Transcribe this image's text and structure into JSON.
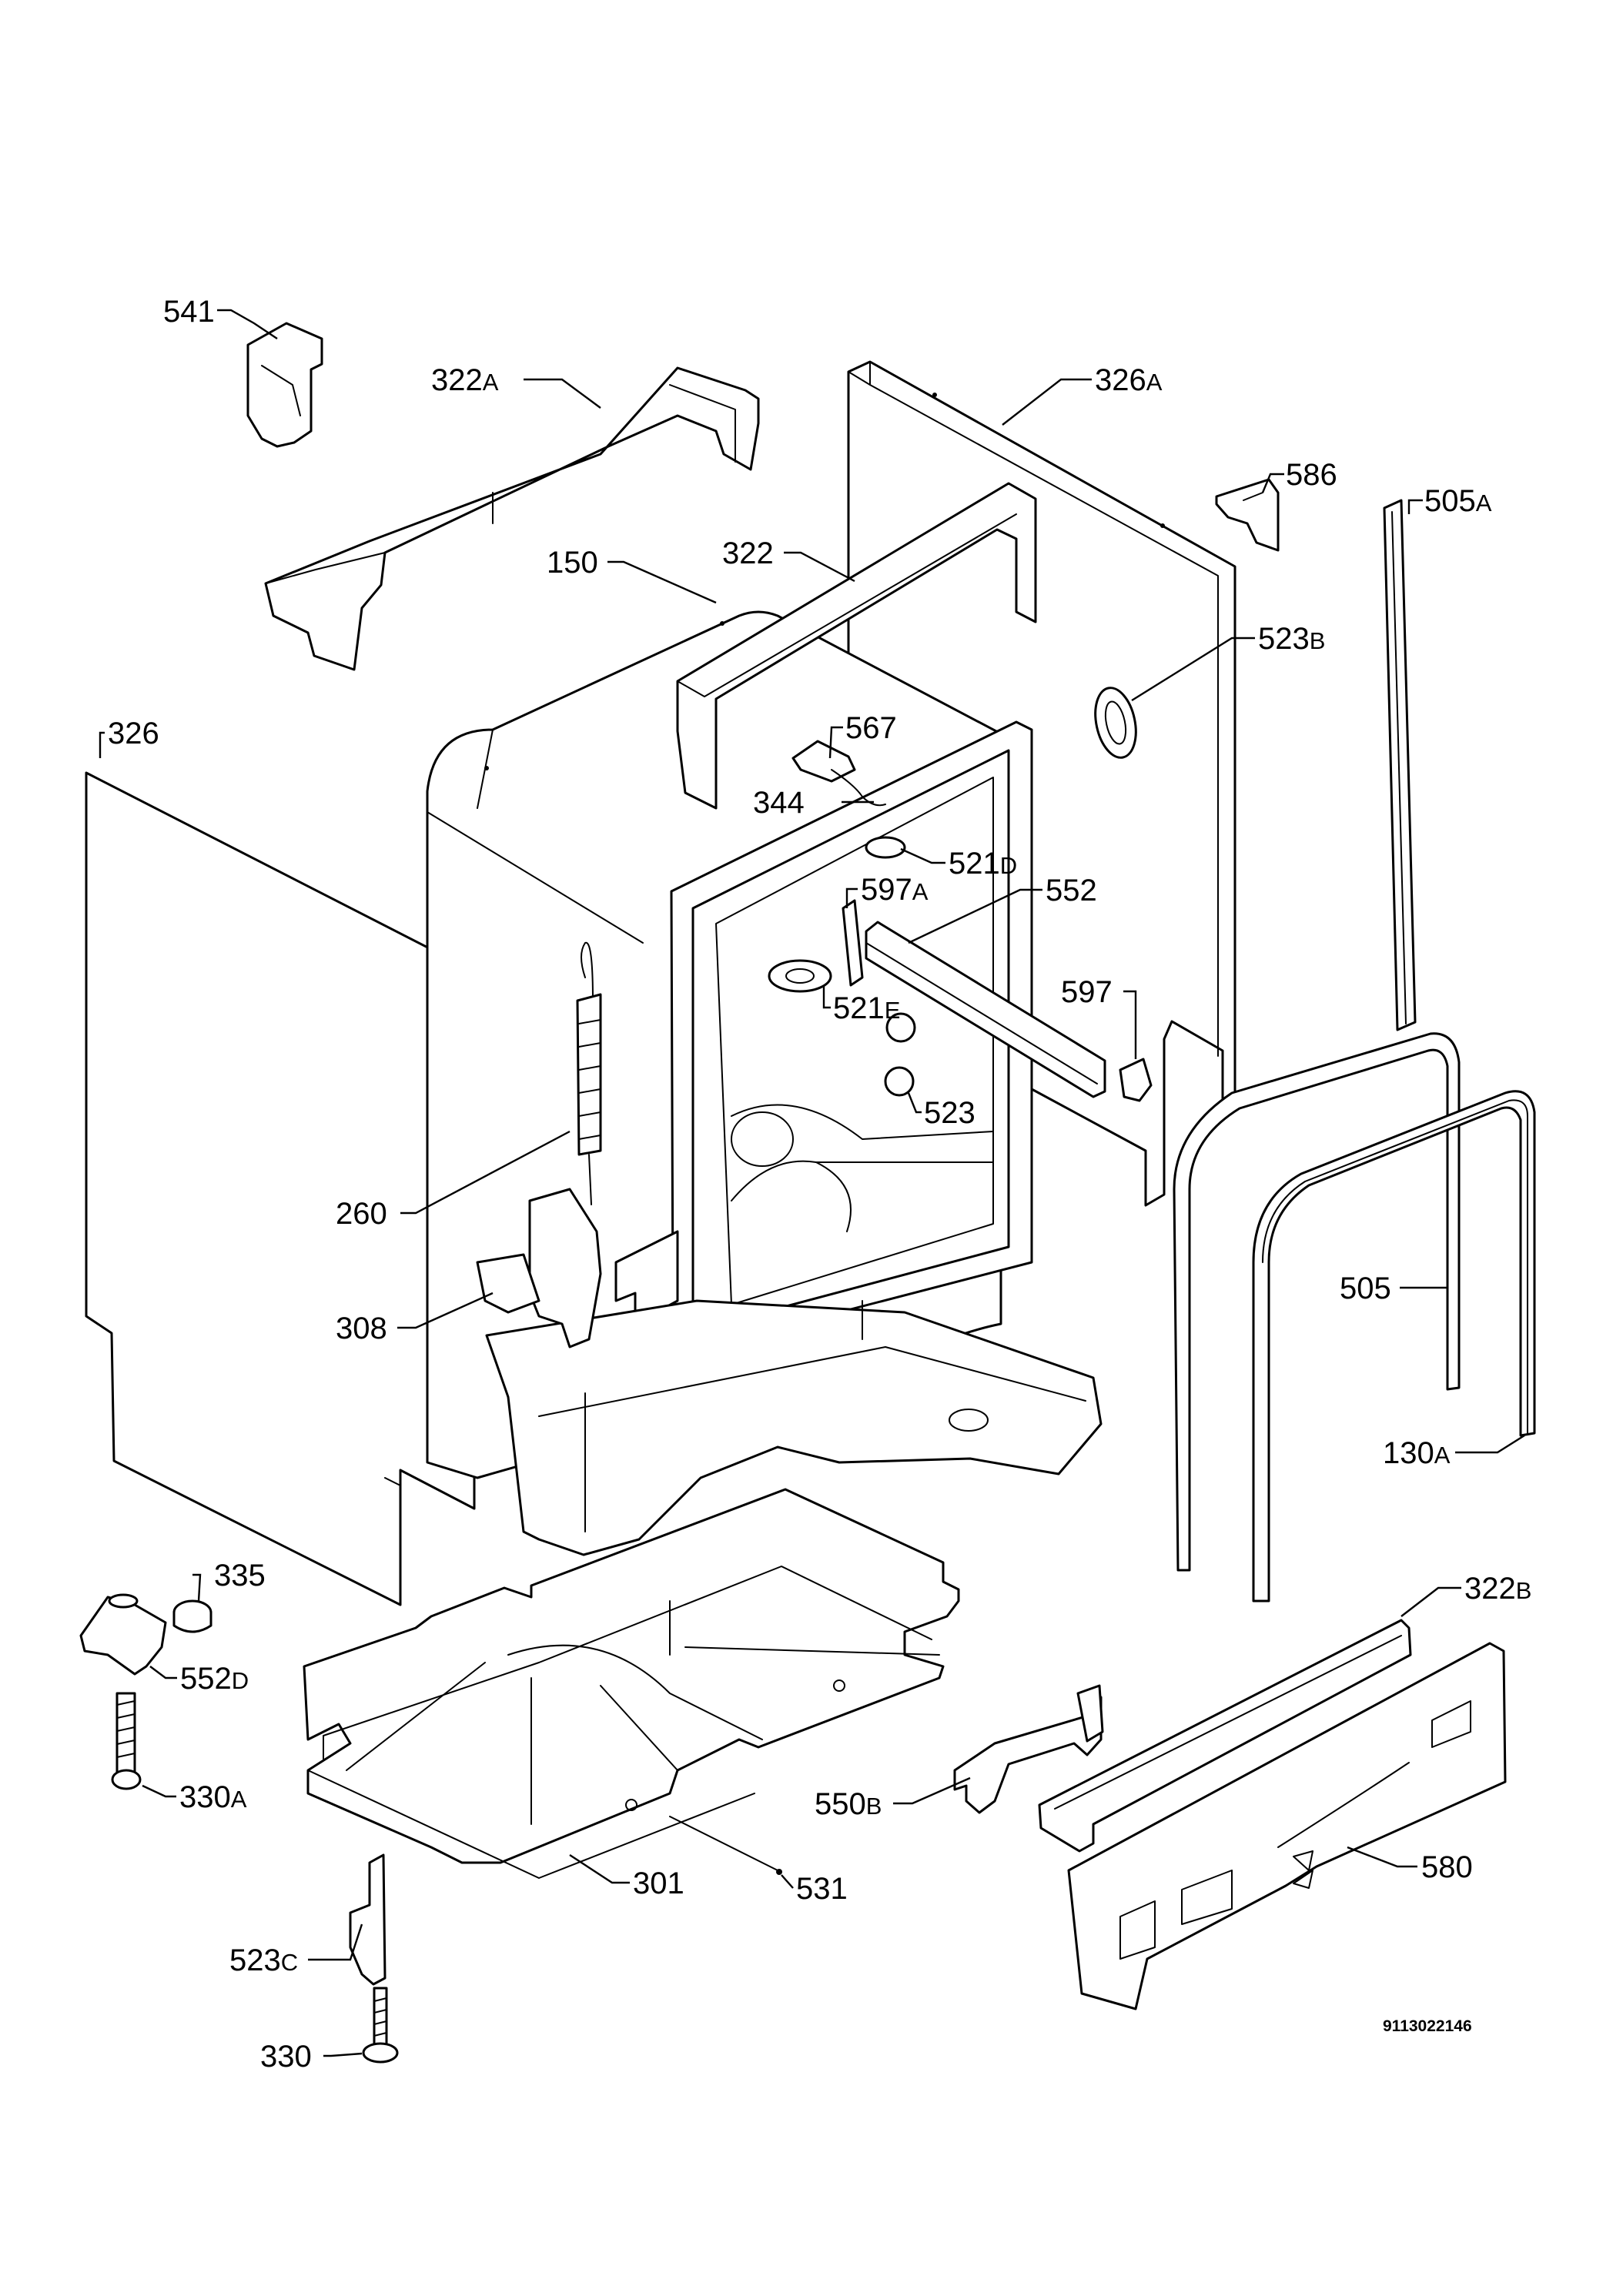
{
  "document_number": "9113022146",
  "callouts": [
    {
      "id": "541",
      "num": "541",
      "suffix": ""
    },
    {
      "id": "322A",
      "num": "322",
      "suffix": "A"
    },
    {
      "id": "326A",
      "num": "326",
      "suffix": "A"
    },
    {
      "id": "586",
      "num": "586",
      "suffix": ""
    },
    {
      "id": "505A",
      "num": "505",
      "suffix": "A"
    },
    {
      "id": "150",
      "num": "150",
      "suffix": ""
    },
    {
      "id": "322",
      "num": "322",
      "suffix": ""
    },
    {
      "id": "523B",
      "num": "523",
      "suffix": "B"
    },
    {
      "id": "326",
      "num": "326",
      "suffix": ""
    },
    {
      "id": "567",
      "num": "567",
      "suffix": ""
    },
    {
      "id": "344",
      "num": "344",
      "suffix": ""
    },
    {
      "id": "521D",
      "num": "521",
      "suffix": "D"
    },
    {
      "id": "597A",
      "num": "597",
      "suffix": "A"
    },
    {
      "id": "552",
      "num": "552",
      "suffix": ""
    },
    {
      "id": "521E",
      "num": "521",
      "suffix": "E"
    },
    {
      "id": "597",
      "num": "597",
      "suffix": ""
    },
    {
      "id": "523",
      "num": "523",
      "suffix": ""
    },
    {
      "id": "260",
      "num": "260",
      "suffix": ""
    },
    {
      "id": "505",
      "num": "505",
      "suffix": ""
    },
    {
      "id": "308",
      "num": "308",
      "suffix": ""
    },
    {
      "id": "130A",
      "num": "130",
      "suffix": "A"
    },
    {
      "id": "335",
      "num": "335",
      "suffix": ""
    },
    {
      "id": "552D",
      "num": "552",
      "suffix": "D"
    },
    {
      "id": "322B",
      "num": "322",
      "suffix": "B"
    },
    {
      "id": "330A",
      "num": "330",
      "suffix": "A"
    },
    {
      "id": "550B",
      "num": "550",
      "suffix": "B"
    },
    {
      "id": "580",
      "num": "580",
      "suffix": ""
    },
    {
      "id": "301",
      "num": "301",
      "suffix": ""
    },
    {
      "id": "531",
      "num": "531",
      "suffix": ""
    },
    {
      "id": "523C",
      "num": "523",
      "suffix": "C"
    },
    {
      "id": "330",
      "num": "330",
      "suffix": ""
    }
  ]
}
